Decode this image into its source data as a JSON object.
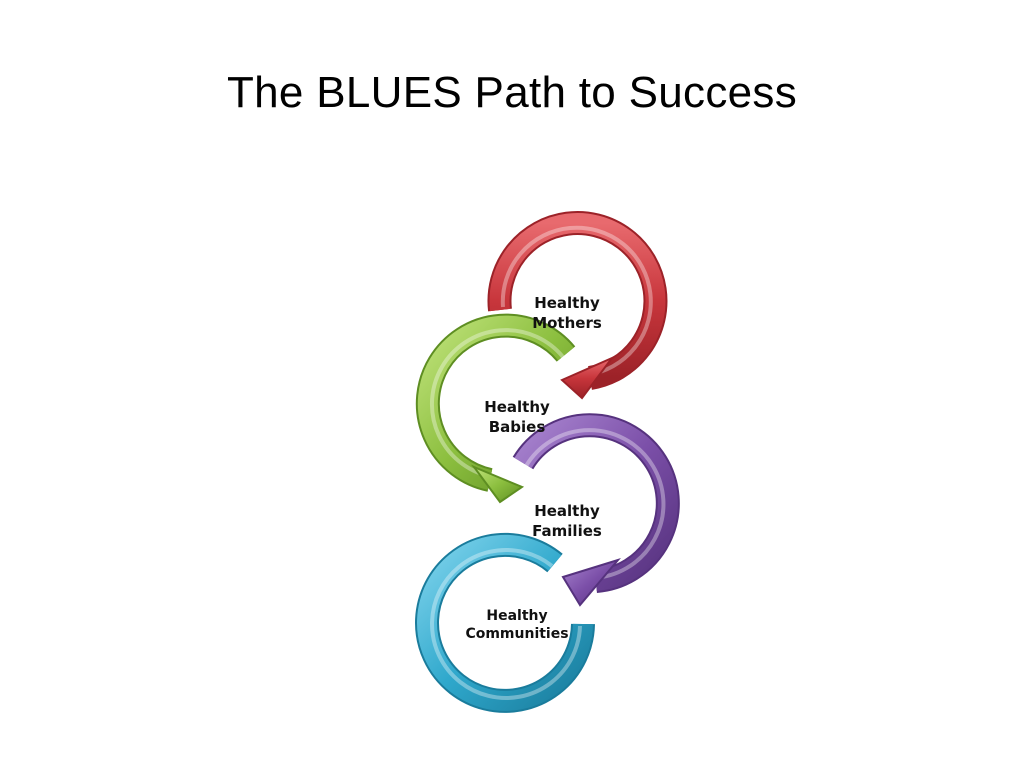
{
  "slide": {
    "title": "The BLUES Path to Success"
  },
  "diagram": {
    "steps": [
      {
        "line1": "Healthy",
        "line2": "Mothers",
        "color": "#C8363C"
      },
      {
        "line1": "Healthy",
        "line2": "Babies",
        "color": "#8CBF3F"
      },
      {
        "line1": "Healthy",
        "line2": "Families",
        "color": "#7B4FA8"
      },
      {
        "line1": "Healthy",
        "line2": "Communities",
        "color": "#2FA8CC"
      }
    ]
  }
}
